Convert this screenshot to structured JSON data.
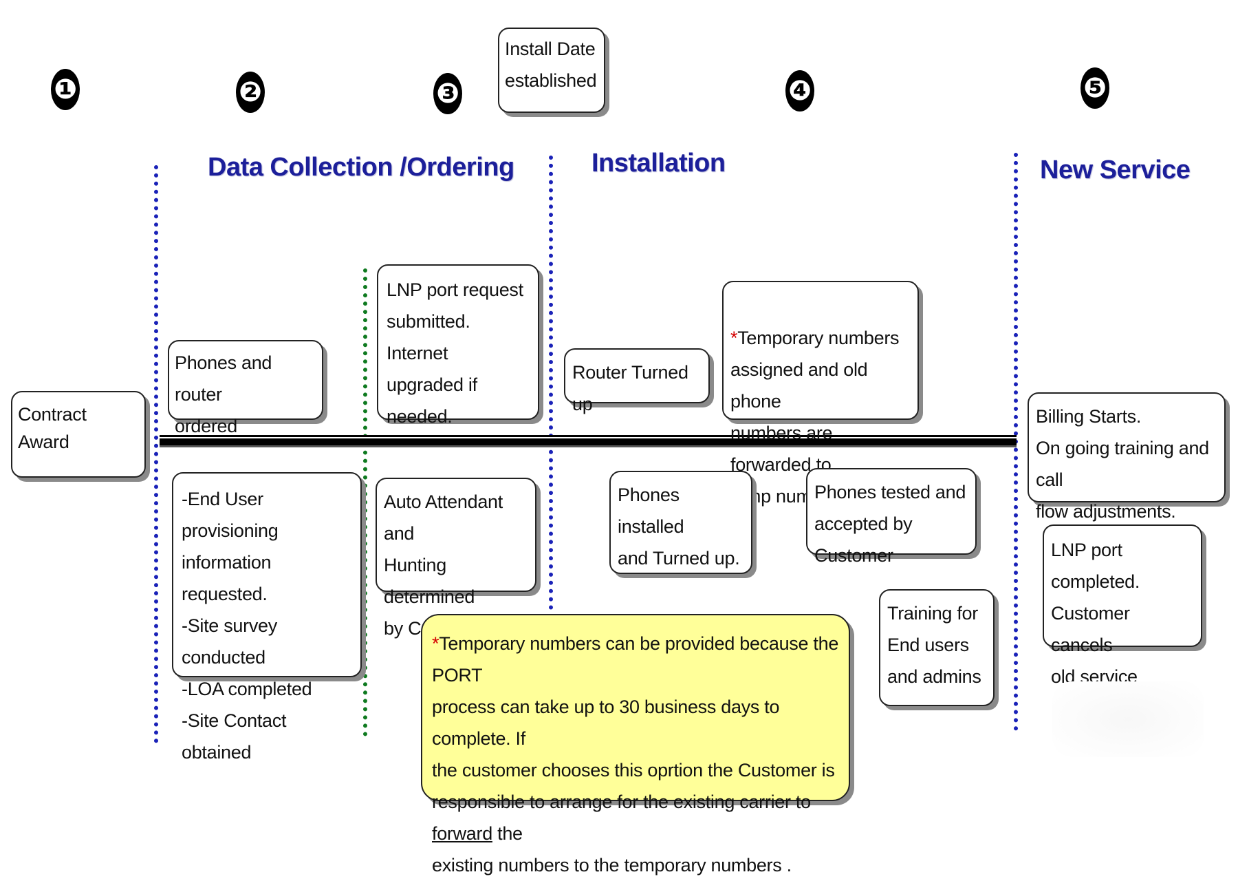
{
  "stages": [
    "❶",
    "❷",
    "❸",
    "❹",
    "❺"
  ],
  "phases": {
    "data_collection": "Data Collection /Ordering",
    "installation": "Installation",
    "new_service": "New Service"
  },
  "boxes": {
    "install_date": "Install Date\nestablished",
    "contract_award": "Contract Award",
    "phones_router_ordered": "Phones and router\nordered",
    "end_user_provisioning": "-End User provisioning\ninformation requested.\n-Site survey conducted\n-LOA completed\n-Site Contact obtained",
    "lnp_port_request": "LNP port request\nsubmitted.\nInternet  upgraded if\nneeded.",
    "auto_attendant": "Auto Attendant and\nHunting determined\nby Customer",
    "router_turned_up": "Router Turned up",
    "temp_numbers_star": "*",
    "temp_numbers": "Temporary numbers\nassigned and old phone\nnumbers are forwarded to\ntemp numbers",
    "phones_installed": "Phones installed\nand Turned up.",
    "phones_tested": "Phones tested and\naccepted by Customer",
    "training": "Training for\nEnd users\nand admins",
    "billing_starts": "Billing Starts.\nOn going training and call\nflow adjustments.",
    "lnp_port_completed": "LNP port completed.\nCustomer cancels\nold service"
  },
  "note": {
    "star": "*",
    "text_1": "Temporary numbers can be provided because the PORT\nprocess can take up to 30 business days to complete. If\nthe customer chooses this oprtion the Customer is\nresponsible to arrange for the existing carrier to ",
    "underlined": "forward",
    "text_2": " the\nexisting numbers to the temporary numbers ."
  },
  "colors": {
    "phase_title": "#1c1f9a",
    "blue_divider": "#1a22b8",
    "green_divider": "#0f7a20",
    "note_background": "#ffff99",
    "asterisk": "#d40000"
  }
}
